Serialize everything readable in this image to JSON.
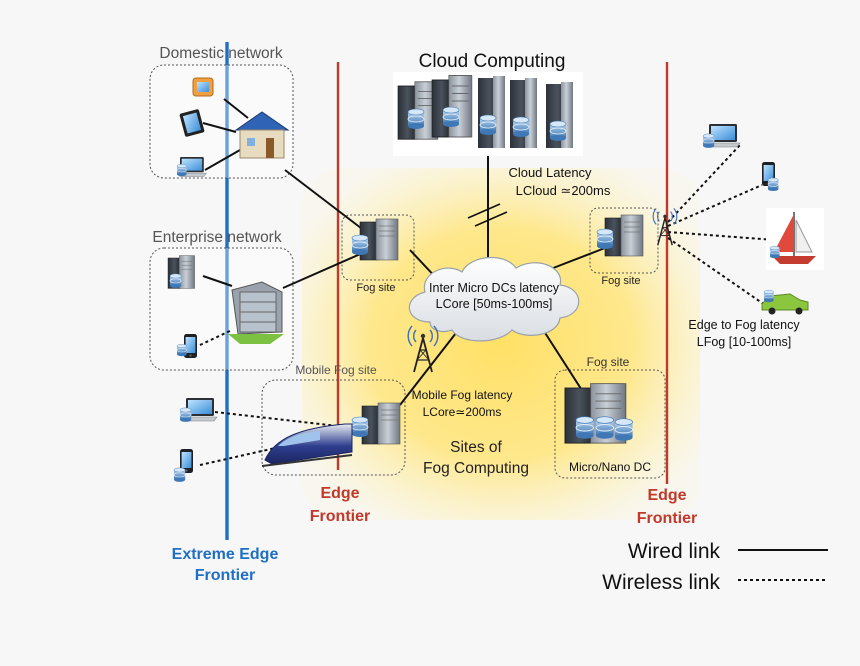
{
  "titles": {
    "cloud": "Cloud Computing",
    "domestic": "Domestic network",
    "enterprise": "Enterprise network",
    "mobile_fog": "Mobile Fog site",
    "fog_site_left": "Fog site",
    "fog_site_right": "Fog site",
    "fog_site_bottom": "Fog site",
    "micro_nano": "Micro/Nano DC"
  },
  "latency": {
    "cloud_line1": "Cloud Latency",
    "cloud_line2": "LCloud ≃200ms",
    "core_line1": "Inter Micro DCs latency",
    "core_line2": "LCore [50ms-100ms]",
    "mobile_line1": "Mobile Fog latency",
    "mobile_line2": "LCore≃200ms",
    "edge_line1": "Edge to Fog latency",
    "edge_line2": "LFog [10-100ms]"
  },
  "center": {
    "line1": "Sites of",
    "line2": "Fog Computing"
  },
  "frontiers": {
    "edge_left_1": "Edge",
    "edge_left_2": "Frontier",
    "edge_right_1": "Edge",
    "edge_right_2": "Frontier",
    "extreme_1": "Extreme Edge",
    "extreme_2": "Frontier"
  },
  "legend": {
    "wired": "Wired link",
    "wireless": "Wireless link"
  },
  "colors": {
    "edge_frontier": "#c0392b",
    "extreme_frontier": "#1f6fc5",
    "fog_glow": "#ffd84d"
  }
}
